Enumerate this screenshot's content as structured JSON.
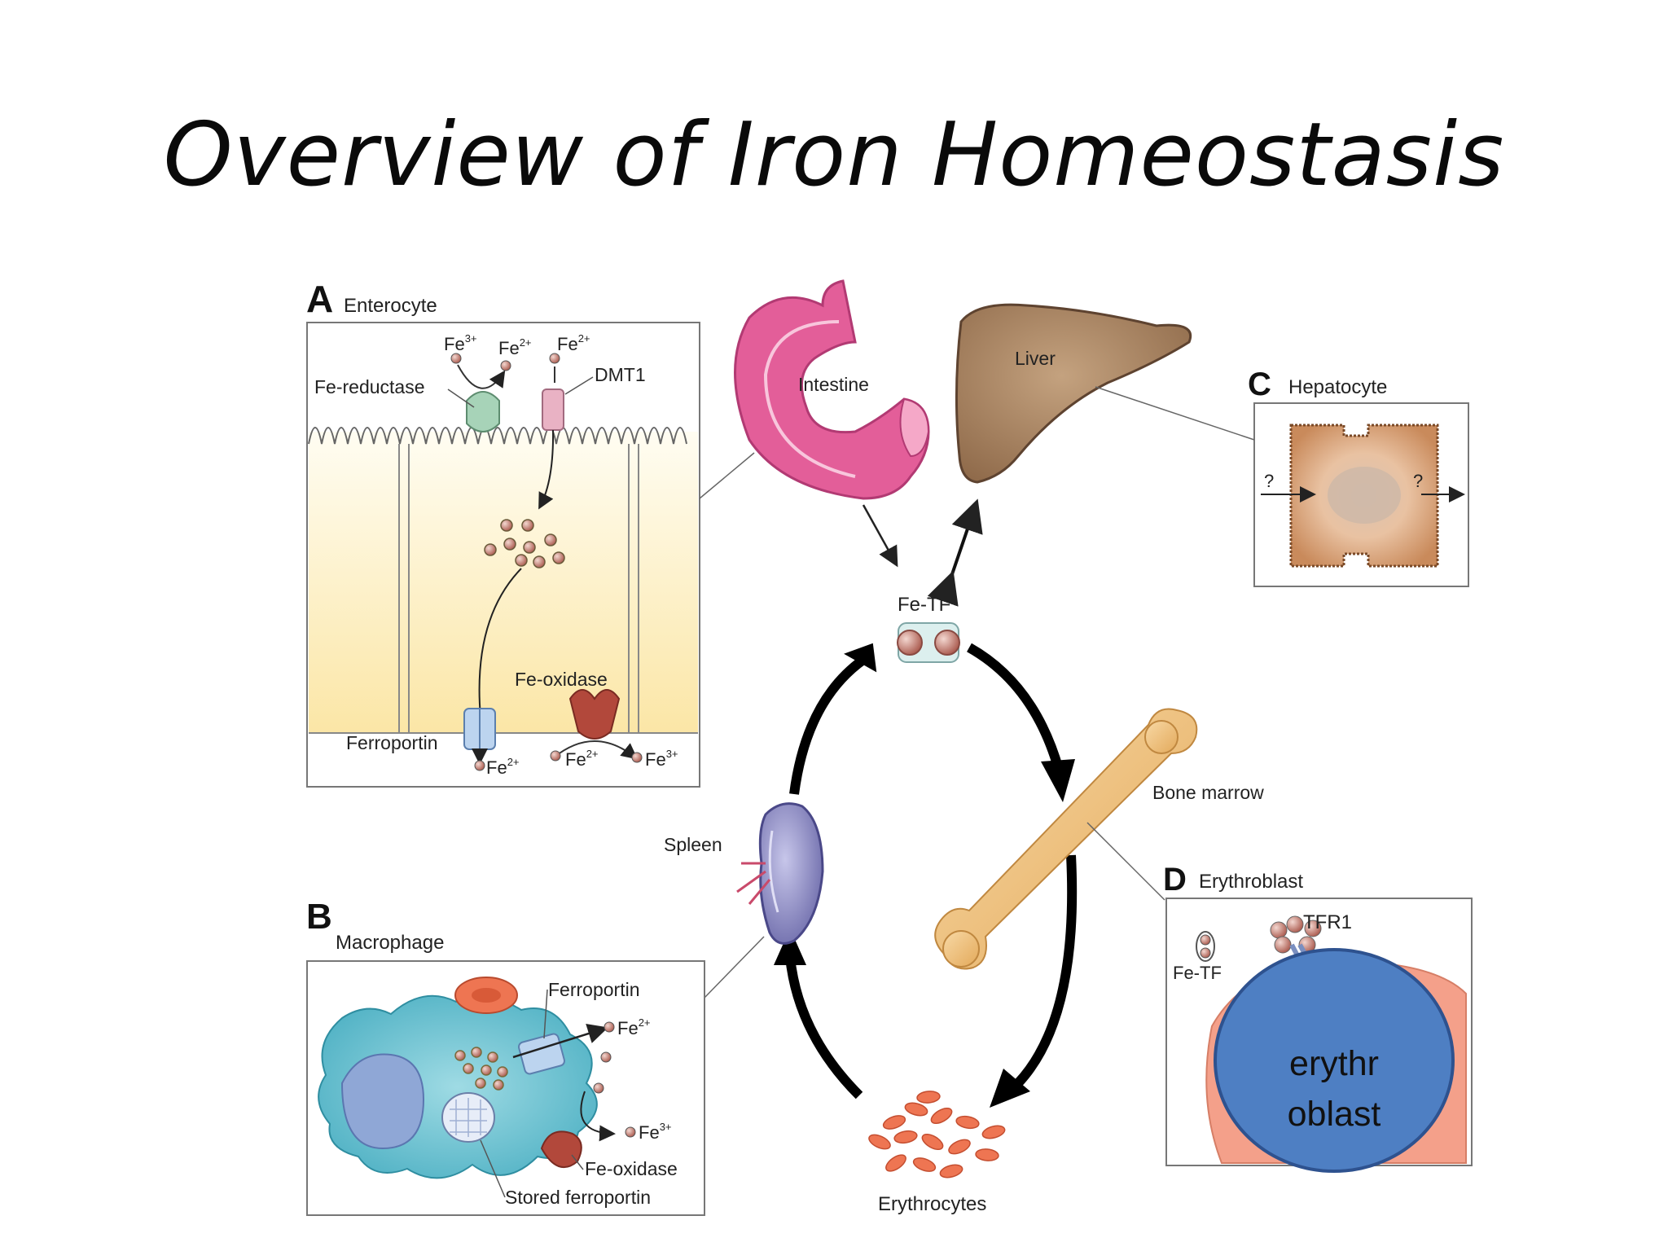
{
  "slide": {
    "title": "Overview of Iron Homeostasis"
  },
  "panels": {
    "a": {
      "letter": "A",
      "title": "Enterocyte",
      "fe3": "Fe",
      "fe3_sup": "3+",
      "fe2a": "Fe",
      "fe2a_sup": "2+",
      "fe2b": "Fe",
      "fe2b_sup": "2+",
      "fe_reductase": "Fe-reductase",
      "dmt1": "DMT1",
      "fe_oxidase": "Fe-oxidase",
      "ferroportin": "Ferroportin",
      "out_fe2a": "Fe",
      "out_fe2a_sup": "2+",
      "out_fe2b": "Fe",
      "out_fe2b_sup": "2+",
      "out_fe3": "Fe",
      "out_fe3_sup": "3+"
    },
    "b": {
      "letter": "B",
      "title": "Macrophage",
      "ferroportin": "Ferroportin",
      "fe2": "Fe",
      "fe2_sup": "2+",
      "fe3": "Fe",
      "fe3_sup": "3+",
      "fe_oxidase": "Fe-oxidase",
      "stored": "Stored ferroportin"
    },
    "c": {
      "letter": "C",
      "title": "Hepatocyte",
      "q_in": "?",
      "q_out": "?"
    },
    "d": {
      "letter": "D",
      "title": "Erythroblast",
      "tfr1": "TFR1",
      "fe_tf": "Fe-TF",
      "overlay_line1": "erythr",
      "overlay_line2": "oblast"
    }
  },
  "organs": {
    "intestine": "Intestine",
    "liver": "Liver",
    "fe_tf": "Fe-TF",
    "bone_marrow": "Bone marrow",
    "spleen": "Spleen",
    "erythrocytes": "Erythrocytes"
  },
  "colors": {
    "cell_fill": "#fdf1c4",
    "intestine": "#e2508f",
    "liver": "#a88462",
    "macrophage": "#6fc3d2",
    "spleen": "#8f8dc8",
    "bone": "#f3c583",
    "rbc": "#ee7552",
    "overlay": "#4e7fc3",
    "overlay_border": "#2e528f"
  }
}
